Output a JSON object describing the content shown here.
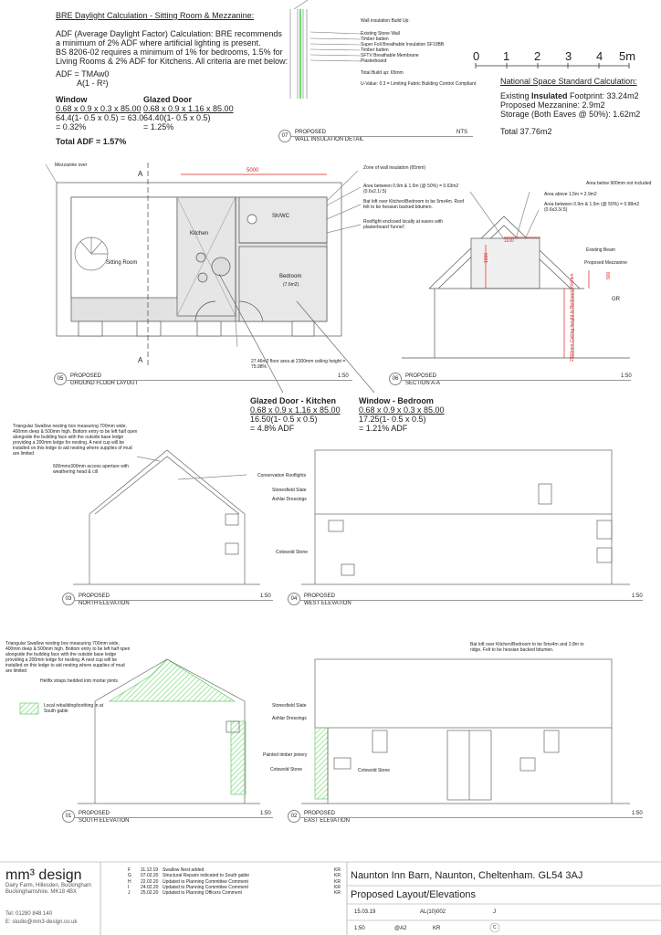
{
  "bre": {
    "title": "BRE Daylight Calculation - Sitting Room & Mezzanine:",
    "intro": [
      "ADF (Average Daylight Factor) Calculation:  BRE recommends",
      "a minimum of 2% ADF where artificial lighting is present.",
      "BS 8206-02 requires a minimum of 1% for bedrooms, 1.5% for",
      "Living Rooms & 2% ADF for Kitchens.  All criteria are met below:"
    ],
    "formula_num": "ADF = TMAw0",
    "formula_den": "A(1 - R²)",
    "window_title": "Window",
    "window_lines": [
      "0.68 x 0.9 x 0.3 x 85.00",
      "64.4(1- 0.5 x 0.5) = 63.0",
      "= 0.32%"
    ],
    "door_title": "Glazed Door",
    "door_lines": [
      "0.68 x 0.9 x 1.16 x 85.00",
      "64.40(1- 0.5 x 0.5)",
      "= 1.25%"
    ],
    "total": "Total ADF = 1.57%"
  },
  "wall_detail": {
    "heading": "Wall insulation Build Up:",
    "layers": [
      "Existing Stone Wall",
      "Timber batten",
      "Super Foil Breathable Insulation SF19BB",
      "Timber batten",
      "SFTV Breathable Membrane",
      "Plasterboard"
    ],
    "total": "Total Build up: 65mm",
    "uvalue": "U-Value: 0.3 = Limiting Fabric Building Control Compliant",
    "num": "07",
    "label1": "PROPOSED",
    "label2": "WALL INSULATION DETAIL",
    "scale": "NTS"
  },
  "scalebar": {
    "ticks": [
      "0",
      "1",
      "2",
      "3",
      "4",
      "5m"
    ]
  },
  "nss": {
    "title": "National Space Standard Calculation:",
    "line1_a": "Existing ",
    "line1_b": "Insulated",
    "line1_c": " Footprint: 33.24m2",
    "line2": "Proposed Mezzanine: 2.9m2",
    "line3": "Storage (Both Eaves @ 50%): 1.62m2",
    "total": "Total 37.76m2"
  },
  "plan": {
    "mezz": "Mezzanine over",
    "dim": "5000",
    "a_top": "A",
    "a_bot": "A",
    "zone": "Zone of wall insulation (65mm)",
    "area_note": "Area between 0.9m & 1.5m (@ 50%) = 0.63m2 (0.6x2.1/.5)",
    "batloft": "Bat loft over Kitchen/Bedroom to be 5mx4m. Roof felt to be hessian backed bitumen.",
    "rooflight": "Rooflight enclosed locally at eaves with plasterboard 'funnel'.",
    "sitting": "Sitting Room",
    "kitchen": "Kitchen",
    "shwc": "Sh/WC",
    "bedroom": "Bedroom",
    "bedroom_area": "(7.6m2)",
    "floor_area": "27.46m2 floor area at 2300mm ceiling height = 75.98%",
    "num": "05",
    "label1": "PROPOSED",
    "label2": "GROUND FLOOR LAYOUT",
    "scale": "1:50"
  },
  "section": {
    "below": "Area below 900mm not included",
    "above": "Area above 1.5m = 2.9m2",
    "between": "Area between 0.9m & 1.5m (@ 50%) = 0.98m2 (0.6x3.3/.5)",
    "dim1100": "1100",
    "dim1500": "1500",
    "dim900": "900",
    "beam": "Existing Beam",
    "mezz": "Proposed Mezzanine",
    "gr": "GR",
    "ceiling": "2300mm Ceiling height to Bedroom/Kitchen",
    "num": "06",
    "label1": "PROPOSED",
    "label2": "SECTION A-A",
    "scale": "1:50"
  },
  "adf_kitchen": {
    "title": "Glazed Door - Kitchen",
    "l1": "0.68 x 0.9 x 1.16 x 85.00",
    "l2": "16.50(1- 0.5 x 0.5)",
    "l3": "= 4.8% ADF"
  },
  "adf_bedroom": {
    "title": "Window - Bedroom",
    "l1": "0.68 x 0.9 x 0.3 x 85.00",
    "l2": "17.25(1- 0.5 x 0.5)",
    "l3": "= 1.21% ADF"
  },
  "north": {
    "swallow": "Triangular Swallow nesting box measuring 700mm wide, 400mm deep & 500mm high. Bottom entry to be left half open alongside the building face with the outside base ledge providing a 200mm ledge for nesting. A nest cup will be installed on this ledge to aid nesting where supplies of mud are limited",
    "aperture": "600mmx300mm access aperture with weathering head & cill",
    "num": "03",
    "label1": "PROPOSED",
    "label2": "NORTH ELEVATION",
    "scale": "1:50"
  },
  "west": {
    "rooflights": "Conservation Rooflights",
    "slate": "Stonesfield Slate",
    "ashlar": "Ashlar Dressings",
    "stone": "Cotswold Stone",
    "num": "04",
    "label1": "PROPOSED",
    "label2": "WEST ELEVATION",
    "scale": "1:50"
  },
  "south": {
    "swallow": "Triangular Swallow nesting box measuring 700mm wide, 400mm deep & 500mm high. Bottom entry to be left half open alongside the building face with the outside base ledge providing a 200mm ledge for nesting. A nest cup will be installed on this ledge to aid nesting where supplies of mud are limited",
    "helifix": "Helifix straps bedded into mortar joints",
    "local": "Local rebuilding/toothing in at South gable",
    "num": "01",
    "label1": "PROPOSED",
    "label2": "SOUTH ELEVATION",
    "scale": "1:50"
  },
  "east": {
    "batloft": "Bat loft over Kitchen/Bedroom to be 5mx4m and 2.8m to ridge. Felt to be hessian backed bitumen.",
    "slate": "Stonesfield Slate",
    "ashlar": "Ashlar Dressings",
    "joinery": "Painted timber joinery",
    "stone": "Cotswold Stone",
    "num": "02",
    "label1": "PROPOSED",
    "label2": "EAST ELEVATION",
    "scale": "1:50"
  },
  "titleblock": {
    "firm": "mm³ design",
    "addr": [
      "Dairy Farm, Hillesden, Buckingham",
      "Buckinghamshire, MK18 4BX"
    ],
    "tel": "Tel: 01280 848 140",
    "email": "E: studio@mm3-design.co.uk",
    "revisions": [
      {
        "rev": "F",
        "date": "11.12.19",
        "desc": "Swallow Nest  added",
        "by": "KR"
      },
      {
        "rev": "G",
        "date": "07.02.20",
        "desc": "Structural Repairs indicated to South gable",
        "by": "KR"
      },
      {
        "rev": "H",
        "date": "22.02.20",
        "desc": "Updated to Planning Committee Comment",
        "by": "KR"
      },
      {
        "rev": "I",
        "date": "24.02.20",
        "desc": "Updated to Planning Committee Comment",
        "by": "KR"
      },
      {
        "rev": "J",
        "date": "25.02.20",
        "desc": "Updated to Planning Officers Comment",
        "by": "KR"
      }
    ],
    "project": "Naunton Inn Barn, Naunton, Cheltenham.  GL54 3AJ",
    "drawing": "Proposed Layout/Elevations",
    "date": "15.03.19",
    "number": "AL(10)002",
    "revision": "J",
    "scale": "1:50",
    "size": "@A2",
    "drawn": "KR",
    "copy": "C"
  },
  "colors": {
    "accent_red": "#e02020",
    "hatch_green": "#7fdc7f",
    "plan_grey": "#e2e2e2"
  }
}
